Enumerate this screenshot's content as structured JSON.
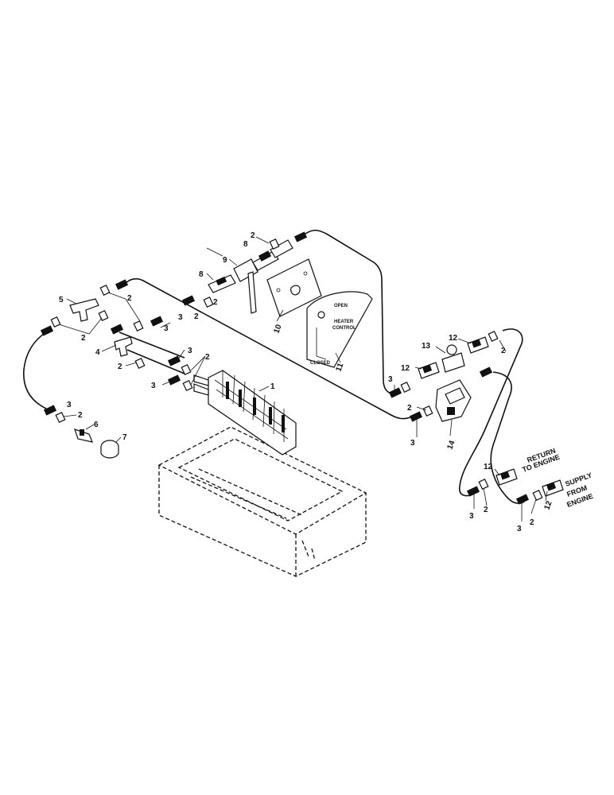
{
  "labels": {
    "l1": "1",
    "l2a": "2",
    "l2b": "2",
    "l2c": "2",
    "l2d": "2",
    "l2e": "2",
    "l2f": "2",
    "l2g": "2",
    "l2h": "2",
    "l2i": "2",
    "l2j": "2",
    "l2k": "2",
    "l2l": "2",
    "l3a": "3",
    "l3b": "3",
    "l3c": "3",
    "l3d": "3",
    "l3e": "3",
    "l3f": "3",
    "l3g": "3",
    "l3h": "3",
    "l3i": "3",
    "l4": "4",
    "l5": "5",
    "l6": "6",
    "l7": "7",
    "l8a": "8",
    "l8b": "8",
    "l9": "9",
    "l10": "10",
    "l11": "11",
    "l12a": "12",
    "l12b": "12",
    "l12c": "12",
    "l12d": "12",
    "l13": "13",
    "l14": "14"
  },
  "notes": {
    "return_line1": "RETURN",
    "return_line2": "TO ENGINE",
    "supply_line1": "SUPPLY",
    "supply_line2": "FROM",
    "supply_line3": "ENGINE"
  },
  "plate": {
    "t1": "HEATER",
    "t2": "CONTROL",
    "t3": "CLOSED",
    "t4": "OPEN"
  }
}
